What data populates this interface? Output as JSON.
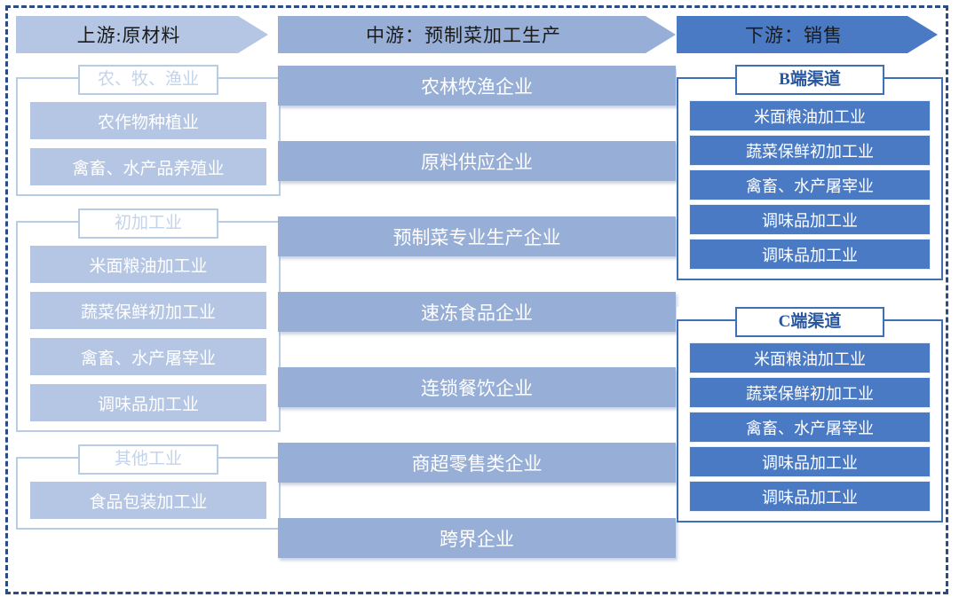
{
  "diagram": {
    "title_upstream": "上游:原材料",
    "title_midstream": "中游：预制菜加工生产",
    "title_downstream": "下游：销售",
    "colors": {
      "frame_dashed": "#2b4b82",
      "banner_upstream": "#b4c6e3",
      "banner_midstream": "#97aed6",
      "banner_downstream": "#4b7ac4",
      "chip_upstream": "#b4c6e3",
      "chip_midstream": "#97aed6",
      "chip_downstream": "#4b7ac4",
      "group_border_light": "#b9cce6",
      "group_border_strong": "#3f6fb5",
      "group_title_light": "#c3d3ea",
      "group_title_strong": "#29579f"
    }
  },
  "upstream": {
    "groups": [
      {
        "title": "农、牧、渔业",
        "items": [
          "农作物种植业",
          "禽畜、水产品养殖业"
        ]
      },
      {
        "title": "初加工业",
        "items": [
          "米面粮油加工业",
          "蔬菜保鲜初加工业",
          "禽畜、水产屠宰业",
          "调味品加工业"
        ]
      },
      {
        "title": "其他工业",
        "items": [
          "食品包装加工业"
        ]
      }
    ]
  },
  "midstream": {
    "items": [
      "农林牧渔企业",
      "原料供应企业",
      "预制菜专业生产企业",
      "速冻食品企业",
      "连锁餐饮企业",
      "商超零售类企业",
      "跨界企业"
    ]
  },
  "downstream": {
    "groups": [
      {
        "title": "B端渠道",
        "items": [
          "米面粮油加工业",
          "蔬菜保鲜初加工业",
          "禽畜、水产屠宰业",
          "调味品加工业",
          "调味品加工业"
        ]
      },
      {
        "title": "C端渠道",
        "items": [
          "米面粮油加工业",
          "蔬菜保鲜初加工业",
          "禽畜、水产屠宰业",
          "调味品加工业",
          "调味品加工业"
        ]
      }
    ]
  }
}
